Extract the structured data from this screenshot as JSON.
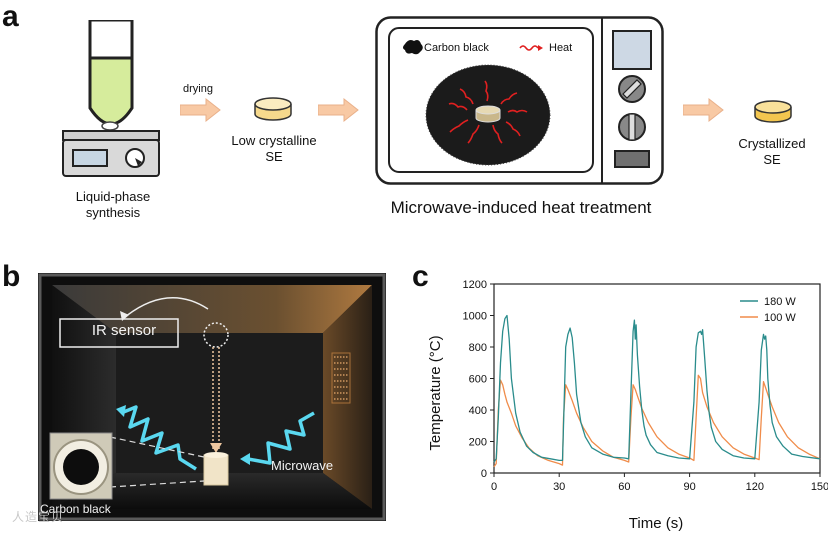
{
  "panel_a": {
    "label": "a",
    "liquid_phase": [
      "Liquid-phase",
      "synthesis"
    ],
    "drying": "drying",
    "low_crystalline": [
      "Low crystalline",
      "SE"
    ],
    "legend_carbon": "Carbon black",
    "legend_heat": "Heat",
    "microwave_title": "Microwave-induced heat treatment",
    "crystallized": [
      "Crystallized",
      "SE"
    ]
  },
  "panel_b": {
    "label": "b",
    "ir_sensor": "IR sensor",
    "microwave": "Microwave",
    "carbon_black": "Carbon black"
  },
  "panel_c": {
    "label": "c",
    "watermark": "人造宝贝"
  },
  "chart_data": {
    "type": "line",
    "xlabel": "Time (s)",
    "ylabel": "Temperature (°C)",
    "xlim": [
      0,
      150
    ],
    "ylim": [
      0,
      1200
    ],
    "xticks": [
      0,
      30,
      60,
      90,
      120,
      150
    ],
    "yticks": [
      0,
      200,
      400,
      600,
      800,
      1000,
      1200
    ],
    "legend_position": "top-right",
    "series": [
      {
        "name": "180 W",
        "color": "#2a8c8c",
        "x": [
          0,
          1,
          2,
          3,
          4,
          5,
          6,
          7,
          8,
          10,
          12,
          15,
          18,
          22,
          26,
          30,
          31.5,
          32,
          33,
          34,
          35,
          36,
          37,
          38,
          40,
          42,
          45,
          50,
          55,
          60,
          62,
          63,
          64,
          64.6,
          65,
          65.4,
          66,
          67,
          68,
          69,
          70,
          72,
          75,
          80,
          85,
          90,
          92,
          93,
          94,
          95,
          95.5,
          96,
          97,
          98,
          99,
          100,
          102,
          105,
          110,
          115,
          120,
          122,
          123,
          124,
          124.5,
          125,
          125.5,
          126,
          127,
          128,
          130,
          133,
          137,
          142,
          150
        ],
        "y": [
          70,
          90,
          350,
          700,
          900,
          980,
          1000,
          850,
          600,
          380,
          260,
          170,
          130,
          100,
          90,
          80,
          80,
          300,
          800,
          880,
          920,
          860,
          700,
          500,
          320,
          230,
          160,
          120,
          100,
          95,
          90,
          500,
          900,
          970,
          850,
          940,
          750,
          550,
          400,
          300,
          240,
          180,
          130,
          110,
          95,
          90,
          450,
          800,
          890,
          900,
          880,
          910,
          720,
          520,
          380,
          290,
          200,
          150,
          110,
          95,
          90,
          450,
          780,
          880,
          850,
          870,
          780,
          600,
          430,
          320,
          230,
          170,
          120,
          105,
          90
        ]
      },
      {
        "name": "100 W",
        "color": "#f08c4a",
        "x": [
          0,
          1,
          2,
          3,
          4,
          5,
          6,
          8,
          10,
          13,
          16,
          20,
          25,
          30,
          31.5,
          32,
          33,
          34,
          36,
          38,
          41,
          45,
          50,
          55,
          60,
          62,
          63,
          64,
          65,
          66,
          68,
          71,
          75,
          80,
          85,
          90,
          92,
          93,
          94,
          95,
          96,
          98,
          101,
          105,
          110,
          115,
          120,
          122,
          123,
          124,
          125,
          126,
          128,
          131,
          135,
          140,
          145,
          150
        ],
        "y": [
          40,
          60,
          400,
          590,
          560,
          500,
          450,
          380,
          300,
          220,
          160,
          110,
          80,
          60,
          50,
          350,
          560,
          530,
          460,
          380,
          290,
          200,
          140,
          100,
          80,
          70,
          350,
          560,
          530,
          490,
          410,
          320,
          230,
          160,
          120,
          95,
          80,
          350,
          620,
          600,
          510,
          420,
          320,
          230,
          160,
          120,
          95,
          85,
          350,
          580,
          540,
          500,
          420,
          320,
          230,
          160,
          120,
          90
        ]
      }
    ]
  }
}
